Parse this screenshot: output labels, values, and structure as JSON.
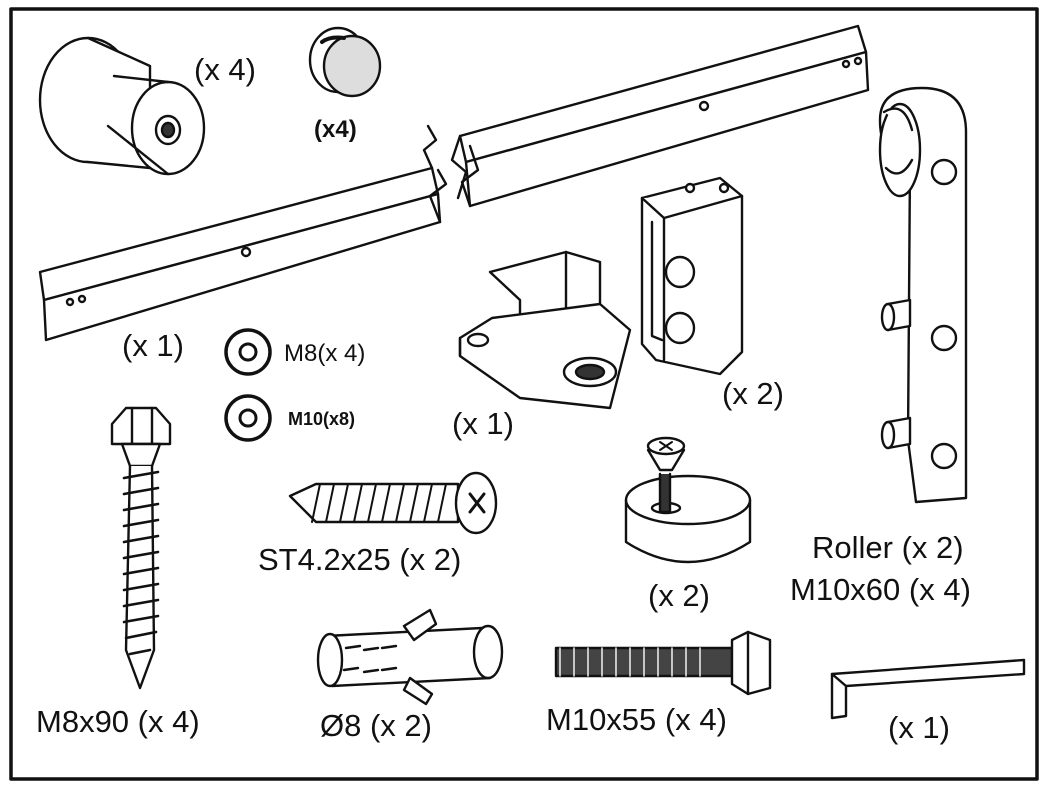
{
  "labels": {
    "stopper_qty": "(x 4)",
    "cap_qty": "(x4)",
    "rail_qty": "(x  1)",
    "washer_m8": "M8(x 4)",
    "washer_m10": "M10(x8)",
    "floor_guide_qty": "(x  1)",
    "anti_jump_qty": "(x  2)",
    "roller_label": "Roller  (x  2)",
    "roller_bolt_label": "M10x60  (x  4)",
    "lag_screw_label": "M8x90  (x 4)",
    "st_screw_label": "ST4.2x25 (x 2)",
    "spacer_qty": "(x  2)",
    "anchor_label": "Ø8  (x 2)",
    "bolt_label": "M10x55  (x 4)",
    "hex_key_qty": "(x  1)"
  }
}
